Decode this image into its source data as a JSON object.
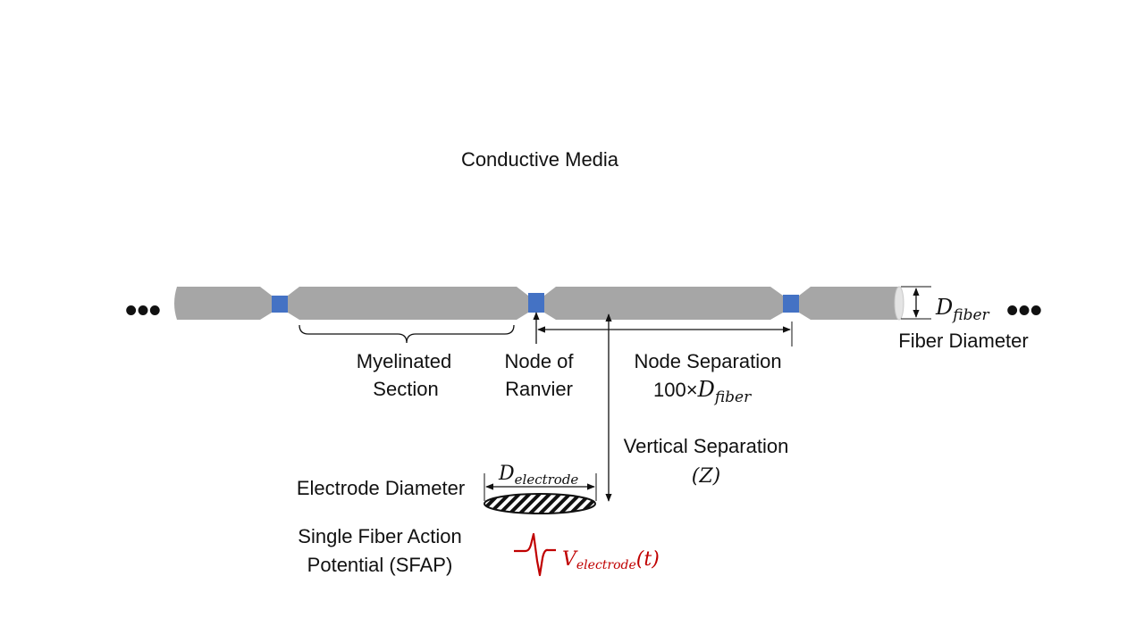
{
  "title": "Conductive Media",
  "labels": {
    "myelinated_line1": "Myelinated",
    "myelinated_line2": "Section",
    "node_line1": "Node of",
    "node_line2": "Ranvier",
    "node_sep_line1": "Node Separation",
    "node_sep_coef": "100×",
    "vertical_line1": "Vertical Separation",
    "vertical_symbol": "(Z)",
    "fiber_diameter": "Fiber Diameter",
    "electrode_diameter": "Electrode Diameter",
    "sfap_line1": "Single Fiber Action",
    "sfap_line2": "Potential (SFAP)"
  },
  "math": {
    "D": "D",
    "fiber_sub": "fiber",
    "electrode_sub": "electrode",
    "V": "V",
    "t_arg": "(t)"
  },
  "ellipsis": "•••",
  "colors": {
    "fiber": "#A6A6A6",
    "node": "#4472C4",
    "signal": "#C00000",
    "line": "#111111"
  }
}
